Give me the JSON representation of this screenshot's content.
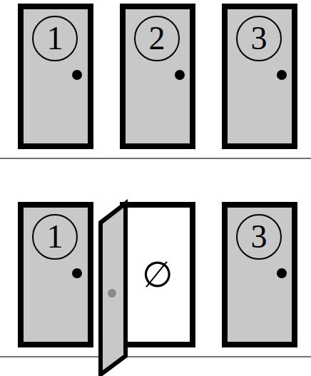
{
  "diagram": {
    "nodes": [
      {
        "text": [
          "1"
        ]
      },
      {
        "text": [
          "2"
        ]
      },
      {
        "text": [
          "3"
        ]
      },
      {
        "text": [
          "1"
        ]
      },
      {
        "text": [
          "∅"
        ]
      },
      {
        "text": [
          "3"
        ]
      }
    ]
  }
}
